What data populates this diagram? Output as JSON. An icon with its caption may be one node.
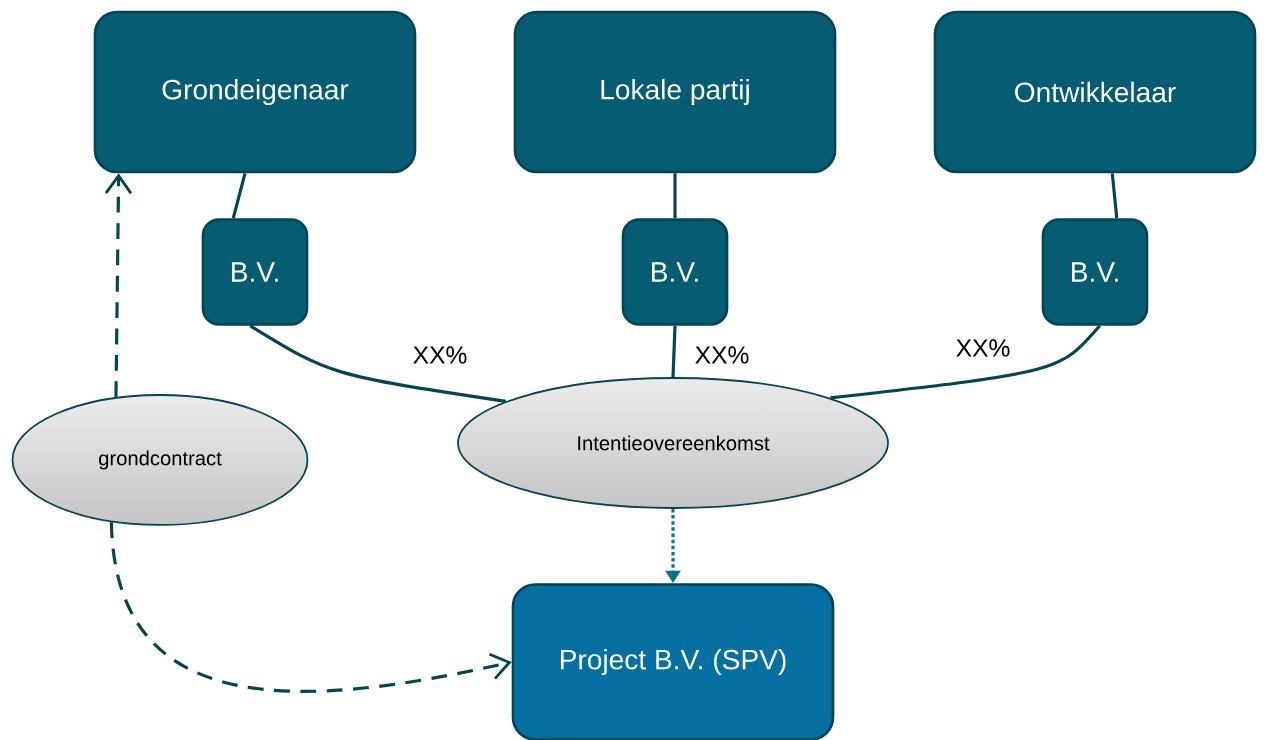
{
  "diagram": {
    "nodes": [
      {
        "text": [
          "Grondeigenaar"
        ]
      },
      {
        "text": [
          "Lokale partij"
        ]
      },
      {
        "text": [
          "Ontwikkelaar"
        ]
      },
      {
        "text": [
          "B.V."
        ]
      },
      {
        "text": [
          "B.V."
        ]
      },
      {
        "text": [
          "B.V."
        ]
      },
      {
        "text": [
          "grondcontract"
        ]
      },
      {
        "text": [
          "Intentieovereenkomst"
        ]
      },
      {
        "text": [
          "Project B.V. (SPV)"
        ]
      }
    ],
    "edges": [
      {
        "from": 0,
        "to": 3,
        "arrow": "none"
      },
      {
        "from": 1,
        "to": 4,
        "arrow": "none"
      },
      {
        "from": 2,
        "to": 5,
        "arrow": "none"
      },
      {
        "from": 3,
        "to": 7,
        "arrow": "none",
        "label": "XX%"
      },
      {
        "from": 4,
        "to": 7,
        "arrow": "none",
        "label": "XX%"
      },
      {
        "from": 5,
        "to": 7,
        "arrow": "none",
        "label": "XX%"
      },
      {
        "from": 7,
        "to": 8,
        "arrow": "to",
        "style": "dashed",
        "color": "#12708f"
      },
      {
        "from": 6,
        "to": 0,
        "arrow": "to",
        "style": "dashed"
      },
      {
        "from": 6,
        "to": 8,
        "arrow": "to",
        "style": "dashed"
      }
    ]
  }
}
